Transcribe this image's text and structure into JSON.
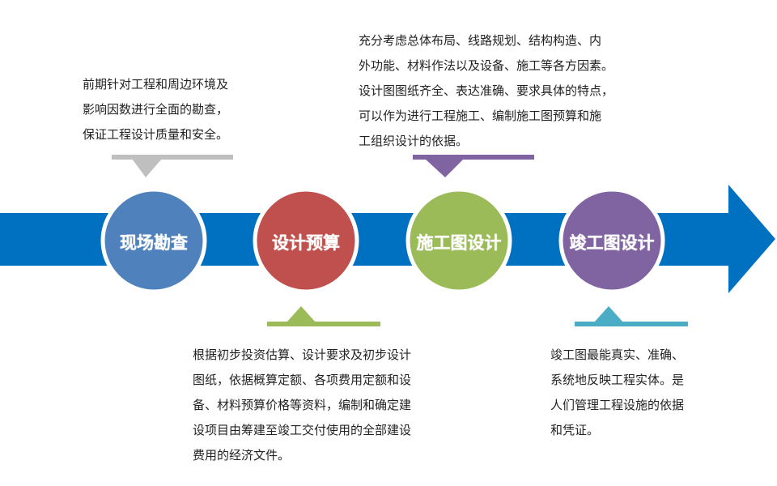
{
  "stages": [
    {
      "label": "现场勘查",
      "color": "#4f81bd"
    },
    {
      "label": "设计预算",
      "color": "#c0504d"
    },
    {
      "label": "施工图设计",
      "color": "#9bbb59"
    },
    {
      "label": "竣工图设计",
      "color": "#8064a2"
    }
  ],
  "arrow_color": "#0070c0",
  "notes": {
    "survey": [
      "前期针对工程和周边环境及",
      "影响因数进行全面的勘查，",
      "保证工程设计质量和安全。"
    ],
    "construction": [
      "充分考虑总体布局、线路规划、结构构造、内",
      "外功能、材料作法以及设备、施工等各方因素。",
      "设计图图纸齐全、表达准确、要求具体的特点，",
      "可以作为进行工程施工、编制施工图预算和施",
      "工组织设计的依据。"
    ],
    "budget": [
      "根据初步投资估算、设计要求及初步设计",
      "图纸，依据概算定额、各项费用定额和设",
      "备、材料预算价格等资料，编制和确定建",
      "设项目由筹建至竣工交付使用的全部建设",
      "费用的经济文件。"
    ],
    "completion": [
      "竣工图最能真实、准确、",
      "系统地反映工程实体。是",
      "人们管理工程设施的依据",
      "和凭证。"
    ]
  }
}
